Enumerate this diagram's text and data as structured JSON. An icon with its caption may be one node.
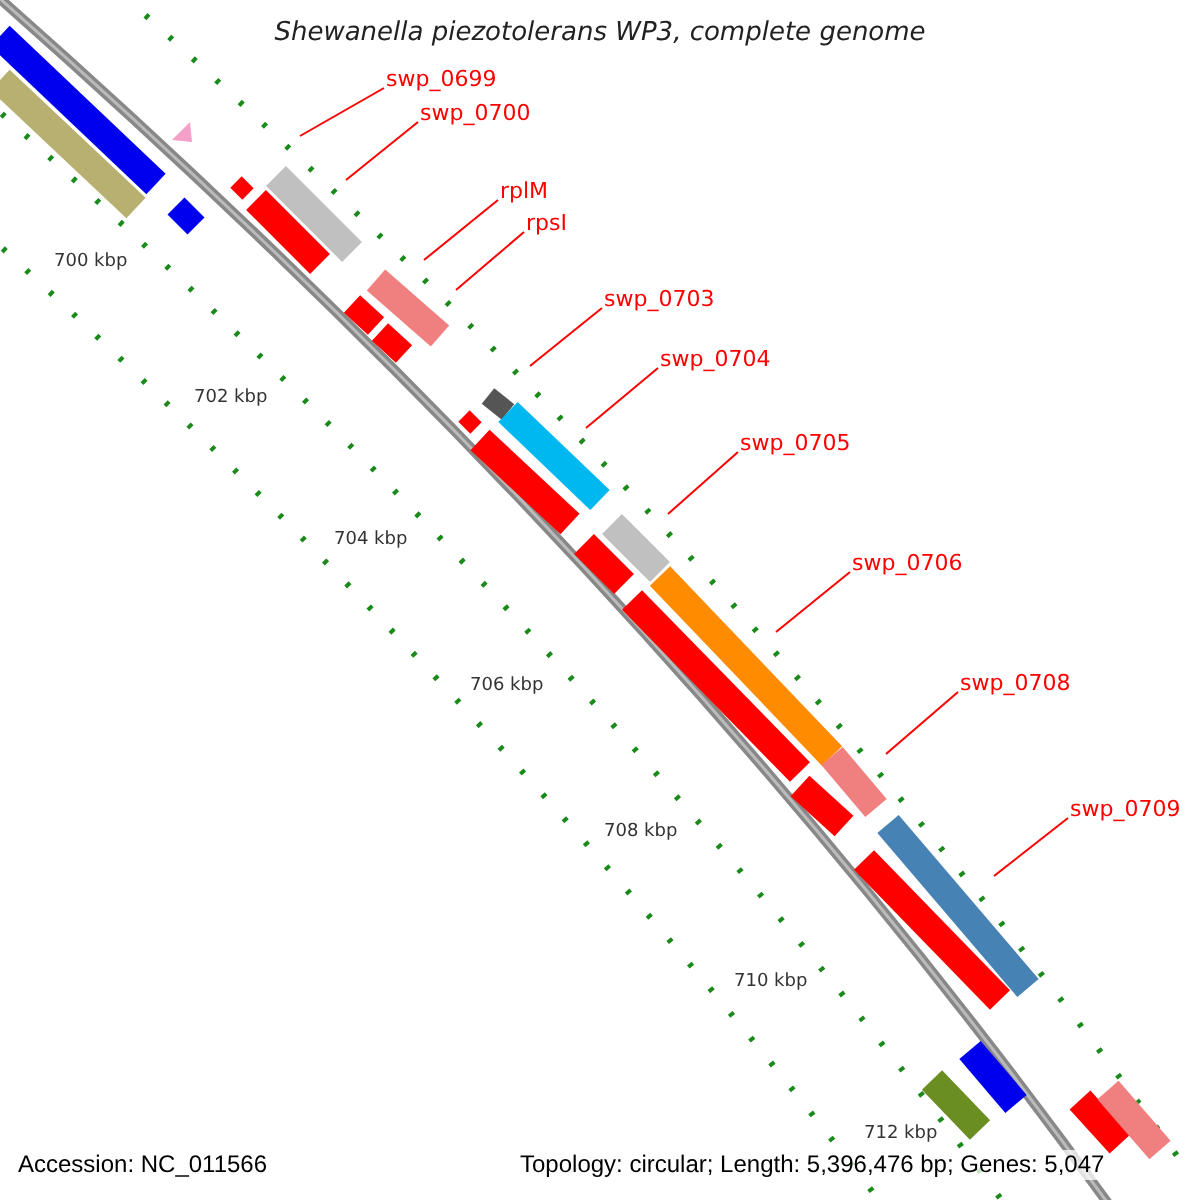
{
  "diagram": {
    "title": "Shewanella piezotolerans WP3, complete genome",
    "nodes": [
      {
        "text": [
          "swp_0699"
        ]
      },
      {
        "text": [
          "swp_0700"
        ]
      },
      {
        "text": [
          "rplM"
        ]
      },
      {
        "text": [
          "rpsI"
        ]
      },
      {
        "text": [
          "swp_0703"
        ]
      },
      {
        "text": [
          "swp_0704"
        ]
      },
      {
        "text": [
          "swp_0705"
        ]
      },
      {
        "text": [
          "swp_0706"
        ]
      },
      {
        "text": [
          "swp_0708"
        ]
      },
      {
        "text": [
          "swp_0709"
        ]
      }
    ],
    "edges": [
      {
        "from": 0,
        "to": null,
        "arrow": "none"
      },
      {
        "from": 1,
        "to": null,
        "arrow": "none"
      },
      {
        "from": 2,
        "to": null,
        "arrow": "none"
      },
      {
        "from": 3,
        "to": null,
        "arrow": "none"
      },
      {
        "from": 4,
        "to": null,
        "arrow": "none"
      },
      {
        "from": 5,
        "to": null,
        "arrow": "none"
      },
      {
        "from": 6,
        "to": null,
        "arrow": "none"
      },
      {
        "from": 7,
        "to": null,
        "arrow": "none"
      },
      {
        "from": 8,
        "to": null,
        "arrow": "none"
      },
      {
        "from": 9,
        "to": null,
        "arrow": "none"
      }
    ],
    "labels": [
      "700 kbp",
      "702 kbp",
      "704 kbp",
      "706 kbp",
      "708 kbp",
      "710 kbp",
      "712 kbp",
      "Accession: NC_011566",
      "Topology: circular; Length: 5,396,476 bp; Genes: 5,047"
    ]
  }
}
